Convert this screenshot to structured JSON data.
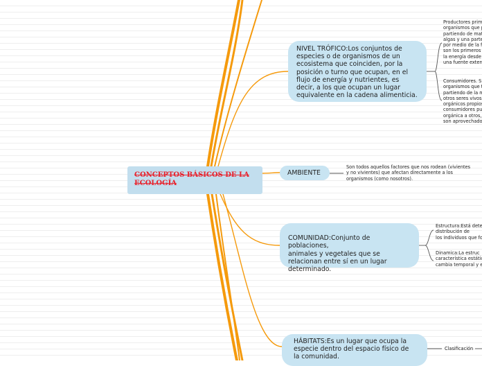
{
  "central": {
    "title": "CONCEPTOS BÁSICOS DE LA ECOLOGÍA"
  },
  "topics": {
    "nivel_trofico": "NIVEL TRÓFICO:Los conjuntos de especies o de organismos de un ecosistema que coinciden, por la posición o turno que ocupan, en el flujo de energía y nutrientes, es decir, a los que ocupan un lugar equivalente en la cadena alimenticia.",
    "ambiente": "AMBIENTE",
    "comunidad": "COMUNIDAD:Conjunto de poblaciones,\nanimales y vegetales que se relacionan entre sí en un lugar determinado.",
    "habitats": "HÁBITATS:Es un lugar que ocupa la especie dentro del espacio físico de la comunidad."
  },
  "details": {
    "productores": [
      "Productores prim",
      "organismos que p",
      "partiendo de mat",
      "algas y una parte",
      "por medio de la f",
      "son los primeros",
      "la energía desde",
      "una fuente extern"
    ],
    "consumidores": [
      "Consumidores. S",
      "organismos que t",
      "partiendo de la m",
      "otros seres vivos",
      "orgánicos propios",
      "consumidores pu",
      "orgánica a otros,",
      "son aprovechado"
    ],
    "ambiente": "Son todos aquellos factores que nos rodean (vivientes y no vivientes) que afectan directamente a los organismos (como nosotros).",
    "estructura": [
      "Estructura:Está dete",
      "distribución de",
      "los individuos que fo"
    ],
    "dinamica": [
      "Dinamica:La estruc",
      "característica estátic",
      "cambia temporal y e"
    ],
    "clasificacion": "Clasificación"
  },
  "colors": {
    "branch": "#f5a011",
    "branch_thin": "#f5a623",
    "connector": "#555555",
    "topic_fill": "#c8e4f2",
    "central_text": "#e8232d"
  }
}
